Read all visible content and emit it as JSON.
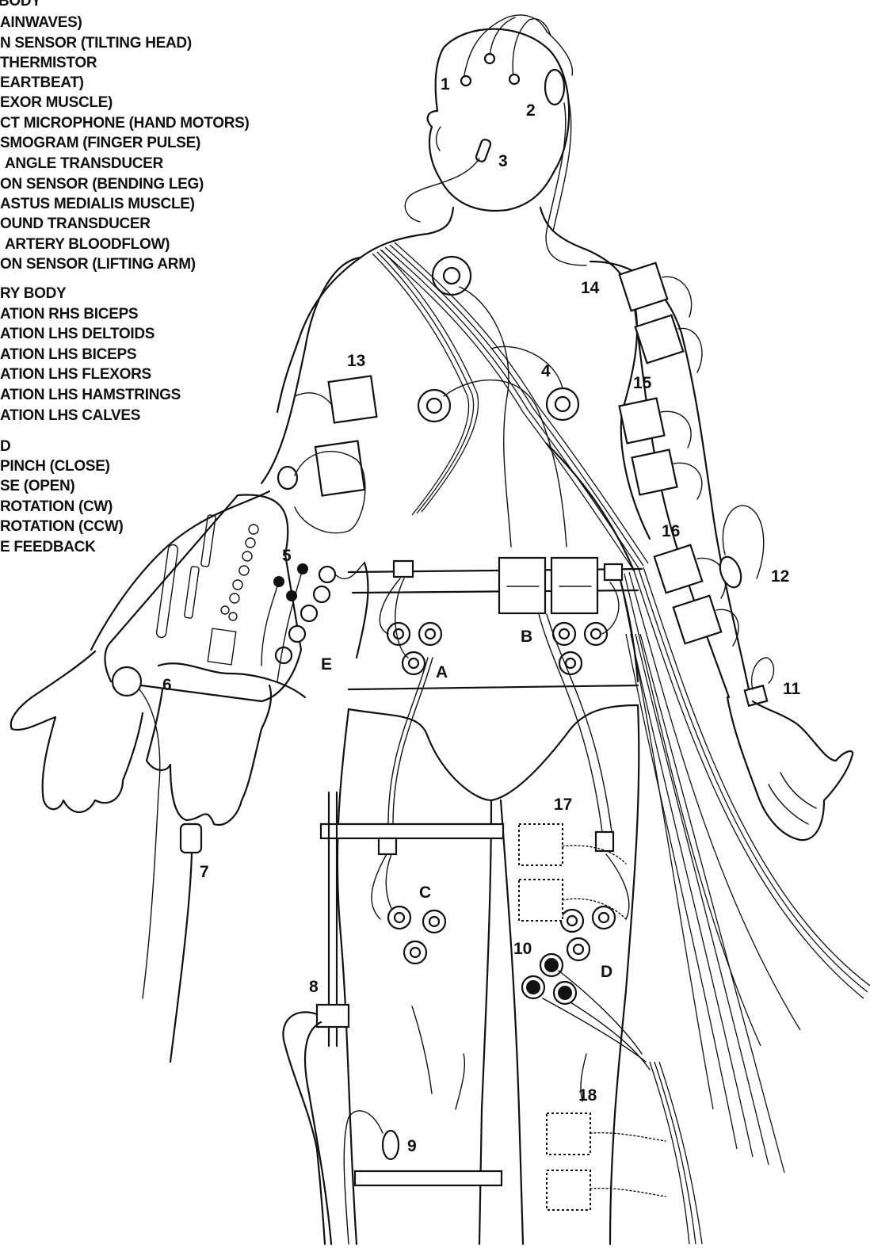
{
  "legend": {
    "section_1": {
      "heading": "BODY",
      "items": [
        "AINWAVES)",
        "N SENSOR (TILTING HEAD)",
        "THERMISTOR",
        "EARTBEAT)",
        "EXOR MUSCLE)",
        "CT MICROPHONE (HAND MOTORS)",
        "SMOGRAM (FINGER PULSE)",
        "ANGLE TRANSDUCER",
        "ON SENSOR (BENDING LEG)",
        "ASTUS MEDIALIS MUSCLE)",
        "OUND TRANSDUCER",
        "ARTERY BLOODFLOW)",
        "ON SENSOR (LIFTING ARM)"
      ]
    },
    "section_2": {
      "heading": "RY BODY",
      "items": [
        "ATION RHS BICEPS",
        "ATION LHS DELTOIDS",
        "ATION LHS BICEPS",
        "ATION LHS FLEXORS",
        "ATION LHS HAMSTRINGS",
        "ATION LHS CALVES"
      ]
    },
    "section_3": {
      "heading": "D",
      "items": [
        "PINCH (CLOSE)",
        "SE (OPEN)",
        "ROTATION (CW)",
        "ROTATION (CCW)",
        "E FEEDBACK"
      ]
    }
  },
  "callouts": {
    "n1": "1",
    "n2": "2",
    "n3": "3",
    "n4": "4",
    "n5": "5",
    "n6": "6",
    "n7": "7",
    "n8": "8",
    "n9": "9",
    "n10": "10",
    "n11": "11",
    "n12": "12",
    "n13": "13",
    "n14": "14",
    "n15": "15",
    "n16": "16",
    "n17": "17",
    "n18": "18",
    "A": "A",
    "B": "B",
    "C": "C",
    "D": "D",
    "E": "E"
  }
}
